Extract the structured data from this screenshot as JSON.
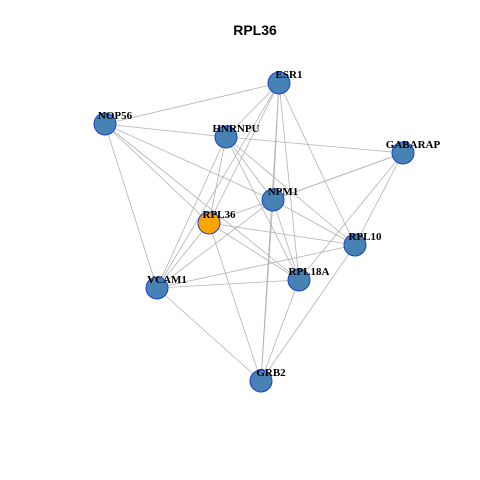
{
  "title": "RPL36",
  "colors": {
    "node_default": "#4682b4",
    "node_highlight": "#ffa500",
    "node_border": "#1f3fcf",
    "edge": "#b3b3b3"
  },
  "nodes": [
    {
      "id": "ESR1",
      "label": "ESR1",
      "highlight": false
    },
    {
      "id": "NOP56",
      "label": "NOP56",
      "highlight": false
    },
    {
      "id": "HNRNPU",
      "label": "HNRNPU",
      "highlight": false
    },
    {
      "id": "GABARAP",
      "label": "GABARAP",
      "highlight": false
    },
    {
      "id": "NPM1",
      "label": "NPM1",
      "highlight": false
    },
    {
      "id": "RPL36",
      "label": "RPL36",
      "highlight": true
    },
    {
      "id": "RPL10",
      "label": "RPL10",
      "highlight": false
    },
    {
      "id": "RPL18A",
      "label": "RPL18A",
      "highlight": false
    },
    {
      "id": "VCAM1",
      "label": "VCAM1",
      "highlight": false
    },
    {
      "id": "GRB2",
      "label": "GRB2",
      "highlight": false
    }
  ],
  "edges": [
    [
      "NOP56",
      "ESR1"
    ],
    [
      "NOP56",
      "HNRNPU"
    ],
    [
      "NOP56",
      "NPM1"
    ],
    [
      "NOP56",
      "RPL36"
    ],
    [
      "NOP56",
      "VCAM1"
    ],
    [
      "NOP56",
      "RPL18A"
    ],
    [
      "ESR1",
      "HNRNPU"
    ],
    [
      "ESR1",
      "NPM1"
    ],
    [
      "ESR1",
      "RPL36"
    ],
    [
      "ESR1",
      "RPL10"
    ],
    [
      "ESR1",
      "RPL18A"
    ],
    [
      "ESR1",
      "GRB2"
    ],
    [
      "ESR1",
      "VCAM1"
    ],
    [
      "HNRNPU",
      "GABARAP"
    ],
    [
      "HNRNPU",
      "NPM1"
    ],
    [
      "HNRNPU",
      "RPL10"
    ],
    [
      "HNRNPU",
      "RPL18A"
    ],
    [
      "HNRNPU",
      "VCAM1"
    ],
    [
      "HNRNPU",
      "RPL36"
    ],
    [
      "GABARAP",
      "NPM1"
    ],
    [
      "GABARAP",
      "RPL36"
    ],
    [
      "GABARAP",
      "RPL10"
    ],
    [
      "GABARAP",
      "RPL18A"
    ],
    [
      "NPM1",
      "RPL10"
    ],
    [
      "NPM1",
      "RPL18A"
    ],
    [
      "NPM1",
      "VCAM1"
    ],
    [
      "NPM1",
      "GRB2"
    ],
    [
      "RPL36",
      "RPL10"
    ],
    [
      "RPL36",
      "RPL18A"
    ],
    [
      "RPL36",
      "VCAM1"
    ],
    [
      "RPL36",
      "GRB2"
    ],
    [
      "RPL10",
      "VCAM1"
    ],
    [
      "RPL10",
      "GRB2"
    ],
    [
      "RPL18A",
      "VCAM1"
    ],
    [
      "RPL18A",
      "GRB2"
    ],
    [
      "VCAM1",
      "GRB2"
    ]
  ]
}
